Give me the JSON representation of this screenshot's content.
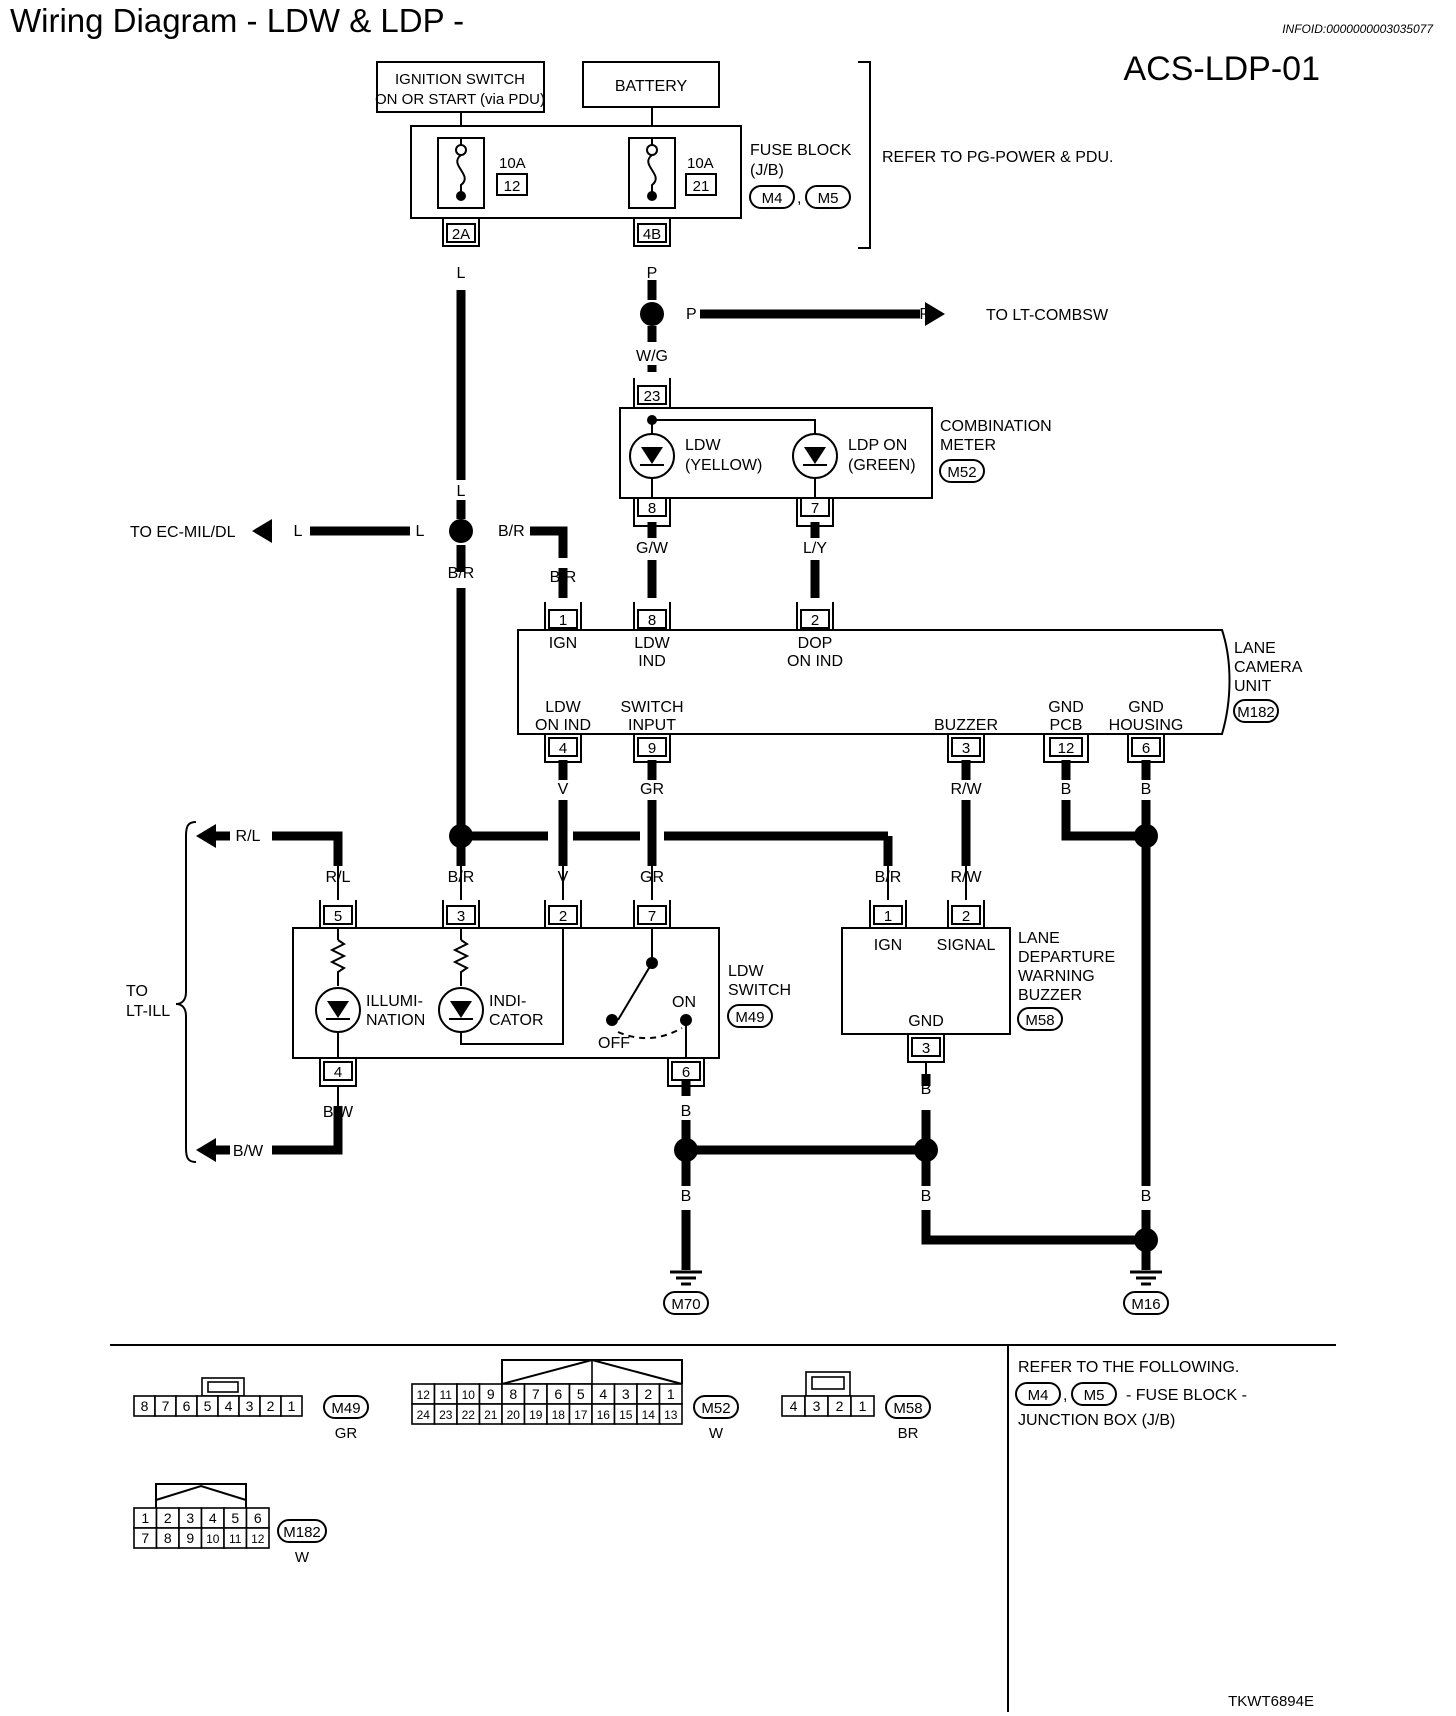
{
  "header": {
    "title": "Wiring Diagram - LDW & LDP -",
    "info_id": "INFOID:0000000003035077",
    "diagram_code": "ACS-LDP-01",
    "figure_code": "TKWT6894E"
  },
  "power": {
    "ignition_line1": "IGNITION SWITCH",
    "ignition_line2": "ON OR START (via PDU)",
    "battery": "BATTERY",
    "fuse1_amp": "10A",
    "fuse1_no": "12",
    "fuse2_amp": "10A",
    "fuse2_no": "21",
    "fuse_block_line1": "FUSE BLOCK",
    "fuse_block_line2": "(J/B)",
    "fuse_conn1": "M4",
    "fuse_conn2": "M5",
    "fuse_pin1": "2A",
    "fuse_pin2": "4B",
    "refer_note": "REFER TO PG-POWER & PDU."
  },
  "destinations": {
    "to_lt_combsw": "TO LT-COMBSW",
    "to_ec_mil": "TO EC-MIL/DL",
    "to_lt_ill_1": "TO",
    "to_lt_ill_2": "LT-ILL"
  },
  "combination_meter": {
    "name1": "COMBINATION",
    "name2": "METER",
    "conn": "M52",
    "pin_in": "23",
    "pin_ldw": "8",
    "pin_ldp": "7",
    "ldw_1": "LDW",
    "ldw_2": "(YELLOW)",
    "ldp_1": "LDP ON",
    "ldp_2": "(GREEN)"
  },
  "lane_camera": {
    "name1": "LANE",
    "name2": "CAMERA",
    "name3": "UNIT",
    "conn": "M182",
    "top_pins": [
      {
        "pin": "1",
        "l1": "IGN",
        "l2": ""
      },
      {
        "pin": "8",
        "l1": "LDW",
        "l2": "IND"
      },
      {
        "pin": "2",
        "l1": "DOP",
        "l2": "ON IND"
      }
    ],
    "bottom_pins": [
      {
        "pin": "4",
        "l1": "LDW",
        "l2": "ON IND"
      },
      {
        "pin": "9",
        "l1": "SWITCH",
        "l2": "INPUT"
      },
      {
        "pin": "3",
        "l1": "",
        "l2": "BUZZER"
      },
      {
        "pin": "12",
        "l1": "GND",
        "l2": "PCB"
      },
      {
        "pin": "6",
        "l1": "GND",
        "l2": "HOUSING"
      }
    ]
  },
  "ldw_switch": {
    "name1": "LDW",
    "name2": "SWITCH",
    "conn": "M49",
    "pins": [
      "5",
      "3",
      "2",
      "7"
    ],
    "pin_bottom_left": "4",
    "pin_bottom_right": "6",
    "illum_1": "ILLUMI-",
    "illum_2": "NATION",
    "indic_1": "INDI-",
    "indic_2": "CATOR",
    "off": "OFF",
    "on": "ON"
  },
  "buzzer": {
    "name1": "LANE",
    "name2": "DEPARTURE",
    "name3": "WARNING",
    "name4": "BUZZER",
    "conn": "M58",
    "pin_ign": "1",
    "pin_signal": "2",
    "pin_gnd": "3",
    "ign": "IGN",
    "signal": "SIGNAL",
    "gnd": "GND"
  },
  "wires": {
    "L": "L",
    "P": "P",
    "WG": "W/G",
    "BR": "B/R",
    "GW": "G/W",
    "LY": "L/Y",
    "V": "V",
    "GR": "GR",
    "RW": "R/W",
    "B": "B",
    "RL": "R/L",
    "BW": "B/W"
  },
  "grounds": {
    "g1": "M70",
    "g2": "M16"
  },
  "connectors": {
    "m49": {
      "id": "M49",
      "color": "GR",
      "cells": [
        "8",
        "7",
        "6",
        "5",
        "4",
        "3",
        "2",
        "1"
      ]
    },
    "m52": {
      "id": "M52",
      "color": "W",
      "row1": [
        "12",
        "11",
        "10",
        "9",
        "8",
        "7",
        "6",
        "5",
        "4",
        "3",
        "2",
        "1"
      ],
      "row2": [
        "24",
        "23",
        "22",
        "21",
        "20",
        "19",
        "18",
        "17",
        "16",
        "15",
        "14",
        "13"
      ]
    },
    "m58": {
      "id": "M58",
      "color": "BR",
      "cells": [
        "4",
        "3",
        "2",
        "1"
      ]
    },
    "m182": {
      "id": "M182",
      "color": "W",
      "row1": [
        "1",
        "2",
        "3",
        "4",
        "5",
        "6"
      ],
      "row2": [
        "7",
        "8",
        "9",
        "10",
        "11",
        "12"
      ]
    }
  },
  "refer_box": {
    "line1": "REFER TO THE FOLLOWING.",
    "conn1": "M4",
    "conn2": "M5",
    "line2": "- FUSE BLOCK -",
    "line3": "JUNCTION BOX (J/B)"
  }
}
